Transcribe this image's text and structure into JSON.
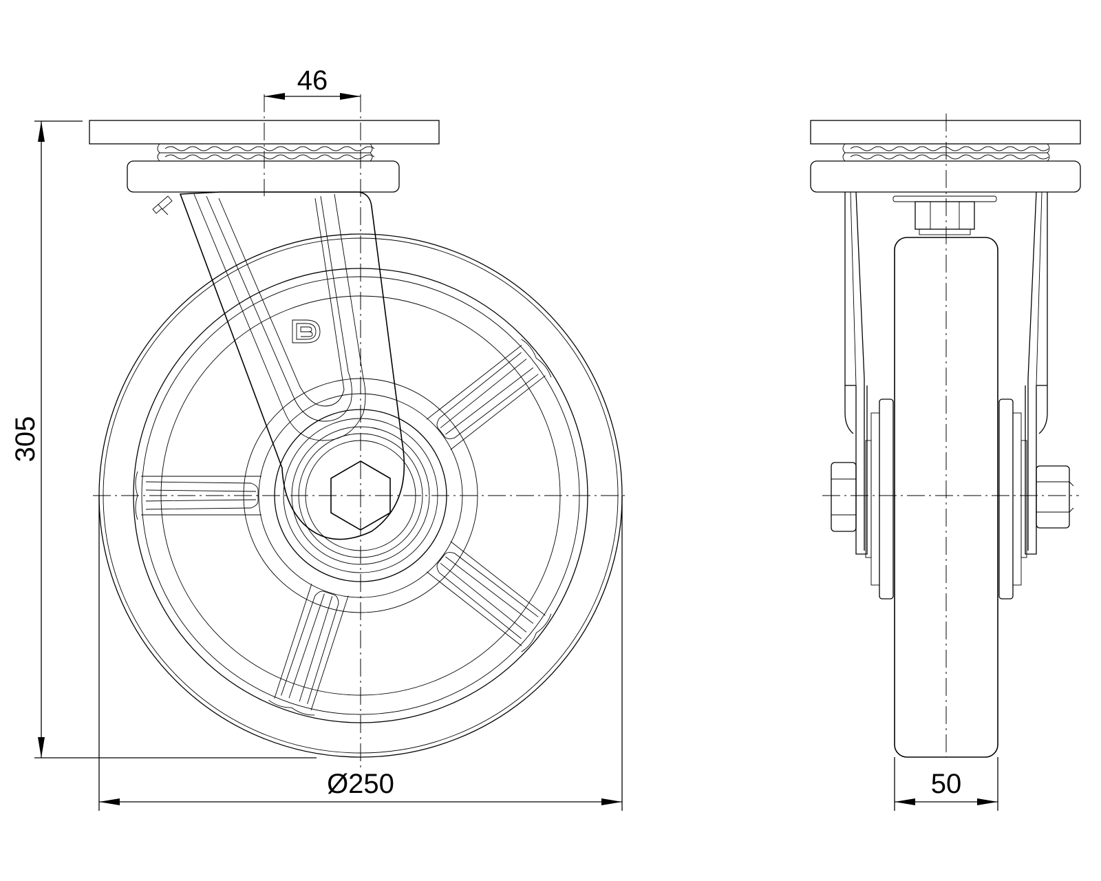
{
  "dimensions": {
    "offset": "46",
    "height": "305",
    "wheel_diameter": "Ø250",
    "wheel_width": "50"
  },
  "logo_letters": "DB"
}
